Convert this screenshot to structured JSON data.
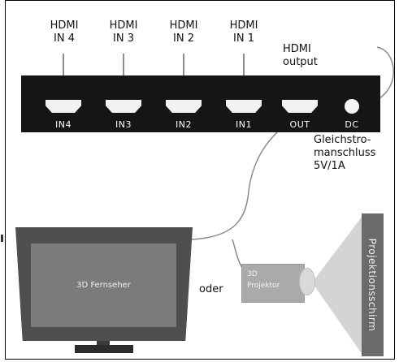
{
  "inputs": {
    "in4": {
      "label": "HDMI\nIN 4",
      "port": "IN4"
    },
    "in3": {
      "label": "HDMI\nIN 3",
      "port": "IN3"
    },
    "in2": {
      "label": "HDMI\nIN 2",
      "port": "IN2"
    },
    "in1": {
      "label": "HDMI\nIN 1",
      "port": "IN1"
    }
  },
  "output": {
    "label": "HDMI\noutput",
    "port": "OUT"
  },
  "power": {
    "port": "DC",
    "label": "Gleichstro-\nmanschluss\n5V/1A"
  },
  "tv": {
    "label": "3D Fernseher"
  },
  "connector": {
    "label": "oder"
  },
  "projector": {
    "label": "3D\nProjektor"
  },
  "projection_screen": {
    "label": "Projektionsschirm"
  },
  "colors": {
    "box": "#151515",
    "port": "#f2f2f2",
    "cable": "#8a8a8a",
    "tv_frame": "#4f4f4f",
    "tv_screen": "#7b7b7b",
    "projector": "#aaaaaa",
    "beam": "#d4d4d4",
    "screen": "#6a6a6a"
  }
}
